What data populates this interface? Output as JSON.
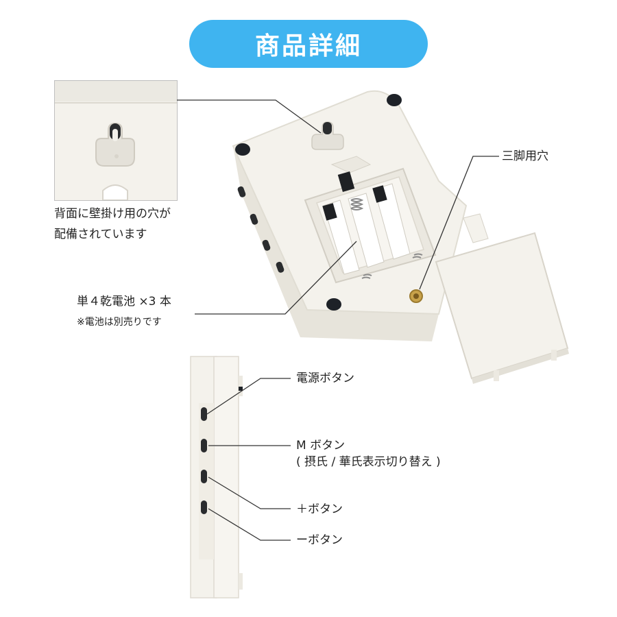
{
  "header": {
    "title": "商品詳細"
  },
  "callouts": {
    "wall_hook": {
      "line1": "背面に壁掛け用の穴が",
      "line2": "配備されています"
    },
    "tripod": {
      "label": "三脚用穴"
    },
    "battery": {
      "line1": "単４乾電池 ×3 本",
      "line2": "※電池は別売りです"
    },
    "power_button": {
      "label": "電源ボタン"
    },
    "m_button": {
      "line1": "M ボタン",
      "line2": "( 摂氏 / 華氏表示切り替え )"
    },
    "plus_button": {
      "label": "＋ボタン"
    },
    "minus_button": {
      "label": "ーボタン"
    }
  },
  "colors": {
    "accent": "#3fb4f0",
    "device_body": "#f4f2ec",
    "device_edge": "#e2dfd6",
    "rubber_foot": "#1e2228",
    "brass": "#c8a24a"
  }
}
